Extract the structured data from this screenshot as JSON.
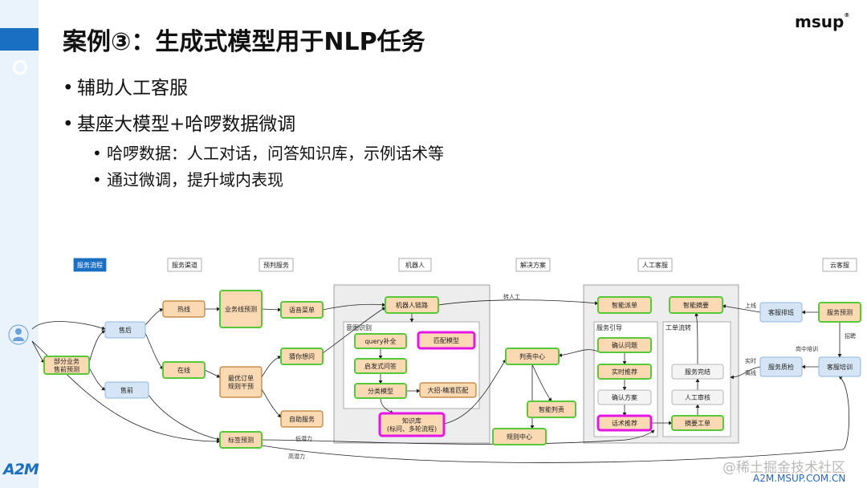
{
  "slide": {
    "title": "案例③：生成式模型用于NLP任务",
    "logo": "msup",
    "bullets": [
      {
        "text": "辅助人工客服"
      },
      {
        "text": "基座大模型+哈啰数据微调",
        "children": [
          "哈啰数据：人工对话，问答知识库，示例话术等",
          "通过微调，提升域内表现"
        ]
      }
    ],
    "footer": "A2M.MSUP.COM.CN",
    "watermark": "@稀土掘金技术社区",
    "brand": "A2M"
  },
  "colors": {
    "accent": "#1b6fc2",
    "orange_box": "#fbd9b3",
    "green_border": "#56c83a",
    "blue_box": "#d5e5f5",
    "magenta": "#e516e5"
  },
  "diagram": {
    "headers": [
      {
        "id": "h0",
        "label": "服务流程",
        "active": true
      },
      {
        "id": "h1",
        "label": "服务渠道"
      },
      {
        "id": "h2",
        "label": "预判服务"
      },
      {
        "id": "h3",
        "label": "机器人"
      },
      {
        "id": "h4",
        "label": "解决方案"
      },
      {
        "id": "h5",
        "label": "人工客服"
      },
      {
        "id": "h6",
        "label": "云客服"
      }
    ],
    "groups": [
      {
        "id": "robot",
        "label": ""
      },
      {
        "id": "intent",
        "label": "意图识别"
      },
      {
        "id": "human",
        "label": ""
      },
      {
        "id": "guide",
        "label": "服务引导"
      },
      {
        "id": "ticket",
        "label": "工单流转"
      }
    ],
    "nodes": [
      {
        "id": "part",
        "label": [
          "部分业务",
          "售前预测"
        ]
      },
      {
        "id": "after",
        "label": [
          "售后"
        ]
      },
      {
        "id": "pre",
        "label": [
          "售前"
        ]
      },
      {
        "id": "hot",
        "label": [
          "热线"
        ]
      },
      {
        "id": "online",
        "label": [
          "在线"
        ]
      },
      {
        "id": "biz",
        "label": [
          "业务线预测"
        ]
      },
      {
        "id": "order",
        "label": [
          "最优订单",
          "规则干预"
        ]
      },
      {
        "id": "tag",
        "label": [
          "标签预测"
        ]
      },
      {
        "id": "voice",
        "label": [
          "语音菜单"
        ]
      },
      {
        "id": "guess",
        "label": [
          "猜你想问"
        ]
      },
      {
        "id": "self",
        "label": [
          "自助服务"
        ]
      },
      {
        "id": "rlink",
        "label": [
          "机器人链路"
        ]
      },
      {
        "id": "query",
        "label": [
          "query补全"
        ]
      },
      {
        "id": "heur",
        "label": [
          "启发式问答"
        ]
      },
      {
        "id": "cls",
        "label": [
          "分类模型"
        ]
      },
      {
        "id": "match",
        "label": [
          "匹配模型"
        ]
      },
      {
        "id": "coarse",
        "label": [
          "大招-精准匹配"
        ]
      },
      {
        "id": "kb",
        "label": [
          "知识库",
          "(标问、多轮流程)"
        ]
      },
      {
        "id": "judge",
        "label": [
          "判责中心"
        ]
      },
      {
        "id": "sjudge",
        "label": [
          "智能判责"
        ]
      },
      {
        "id": "rule",
        "label": [
          "规则中心"
        ]
      },
      {
        "id": "dispatch",
        "label": [
          "智能派单"
        ]
      },
      {
        "id": "summary",
        "label": [
          "智能摘要"
        ]
      },
      {
        "id": "confirmq",
        "label": [
          "确认问题"
        ]
      },
      {
        "id": "rtrec",
        "label": [
          "实时推荐"
        ]
      },
      {
        "id": "confirms",
        "label": [
          "确认方案"
        ]
      },
      {
        "id": "script",
        "label": [
          "话术推荐"
        ]
      },
      {
        "id": "sumticket",
        "label": [
          "摘要工单"
        ]
      },
      {
        "id": "done",
        "label": [
          "服务完结"
        ]
      },
      {
        "id": "review",
        "label": [
          "人工审核"
        ]
      },
      {
        "id": "sched",
        "label": [
          "客服排班"
        ]
      },
      {
        "id": "qc",
        "label": [
          "服务质检"
        ]
      },
      {
        "id": "fc",
        "label": [
          "服务预测"
        ]
      },
      {
        "id": "train",
        "label": [
          "客服培训"
        ]
      }
    ],
    "edge_labels": [
      "转人工",
      "上线",
      "招聘",
      "岗中培训",
      "实时",
      "离线",
      "低潜力",
      "高潜力"
    ]
  }
}
